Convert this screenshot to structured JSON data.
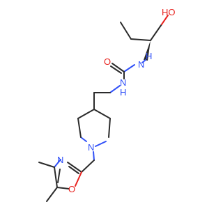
{
  "molecule": {
    "atom_labels": {
      "ho": "HO",
      "h_top": "H",
      "n_top": "N",
      "o_carbonyl": "O",
      "n_mid": "N",
      "h_mid": "H",
      "n_ring": "N",
      "n_oxazole": "N",
      "o_oxazole": "O"
    },
    "colors": {
      "bond": "#2b2b2b",
      "nitrogen": "#3050f8",
      "oxygen": "#e8231f",
      "background": "#ffffff"
    }
  }
}
